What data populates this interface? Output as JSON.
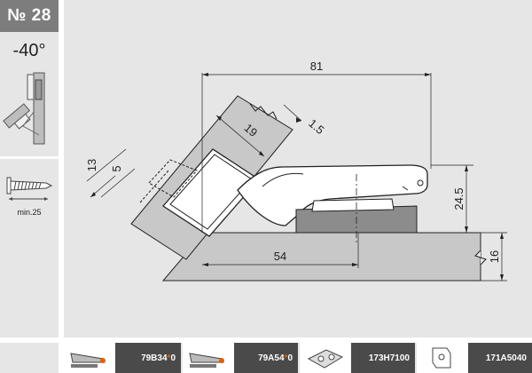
{
  "badge": {
    "label": "№ 28"
  },
  "angle": {
    "label": "-40°"
  },
  "screw": {
    "label": "min.25"
  },
  "dimensions": {
    "d81": "81",
    "d19": "19",
    "d15": "1.5",
    "d13": "13",
    "d5": "5",
    "d245": "24.5",
    "d54": "54",
    "d16": "16"
  },
  "products": [
    {
      "code_a": "79B34",
      "code_mark": "*",
      "code_b": "0",
      "icon": "hinge-arm-icon"
    },
    {
      "code_a": "79A54",
      "code_mark": "*",
      "code_b": "0",
      "icon": "hinge-arm-icon"
    },
    {
      "code_a": "173H7100",
      "code_mark": "",
      "code_b": "",
      "icon": "mounting-plate-icon"
    },
    {
      "code_a": "171A5040",
      "code_mark": "",
      "code_b": "",
      "icon": "cover-cap-icon"
    }
  ]
}
